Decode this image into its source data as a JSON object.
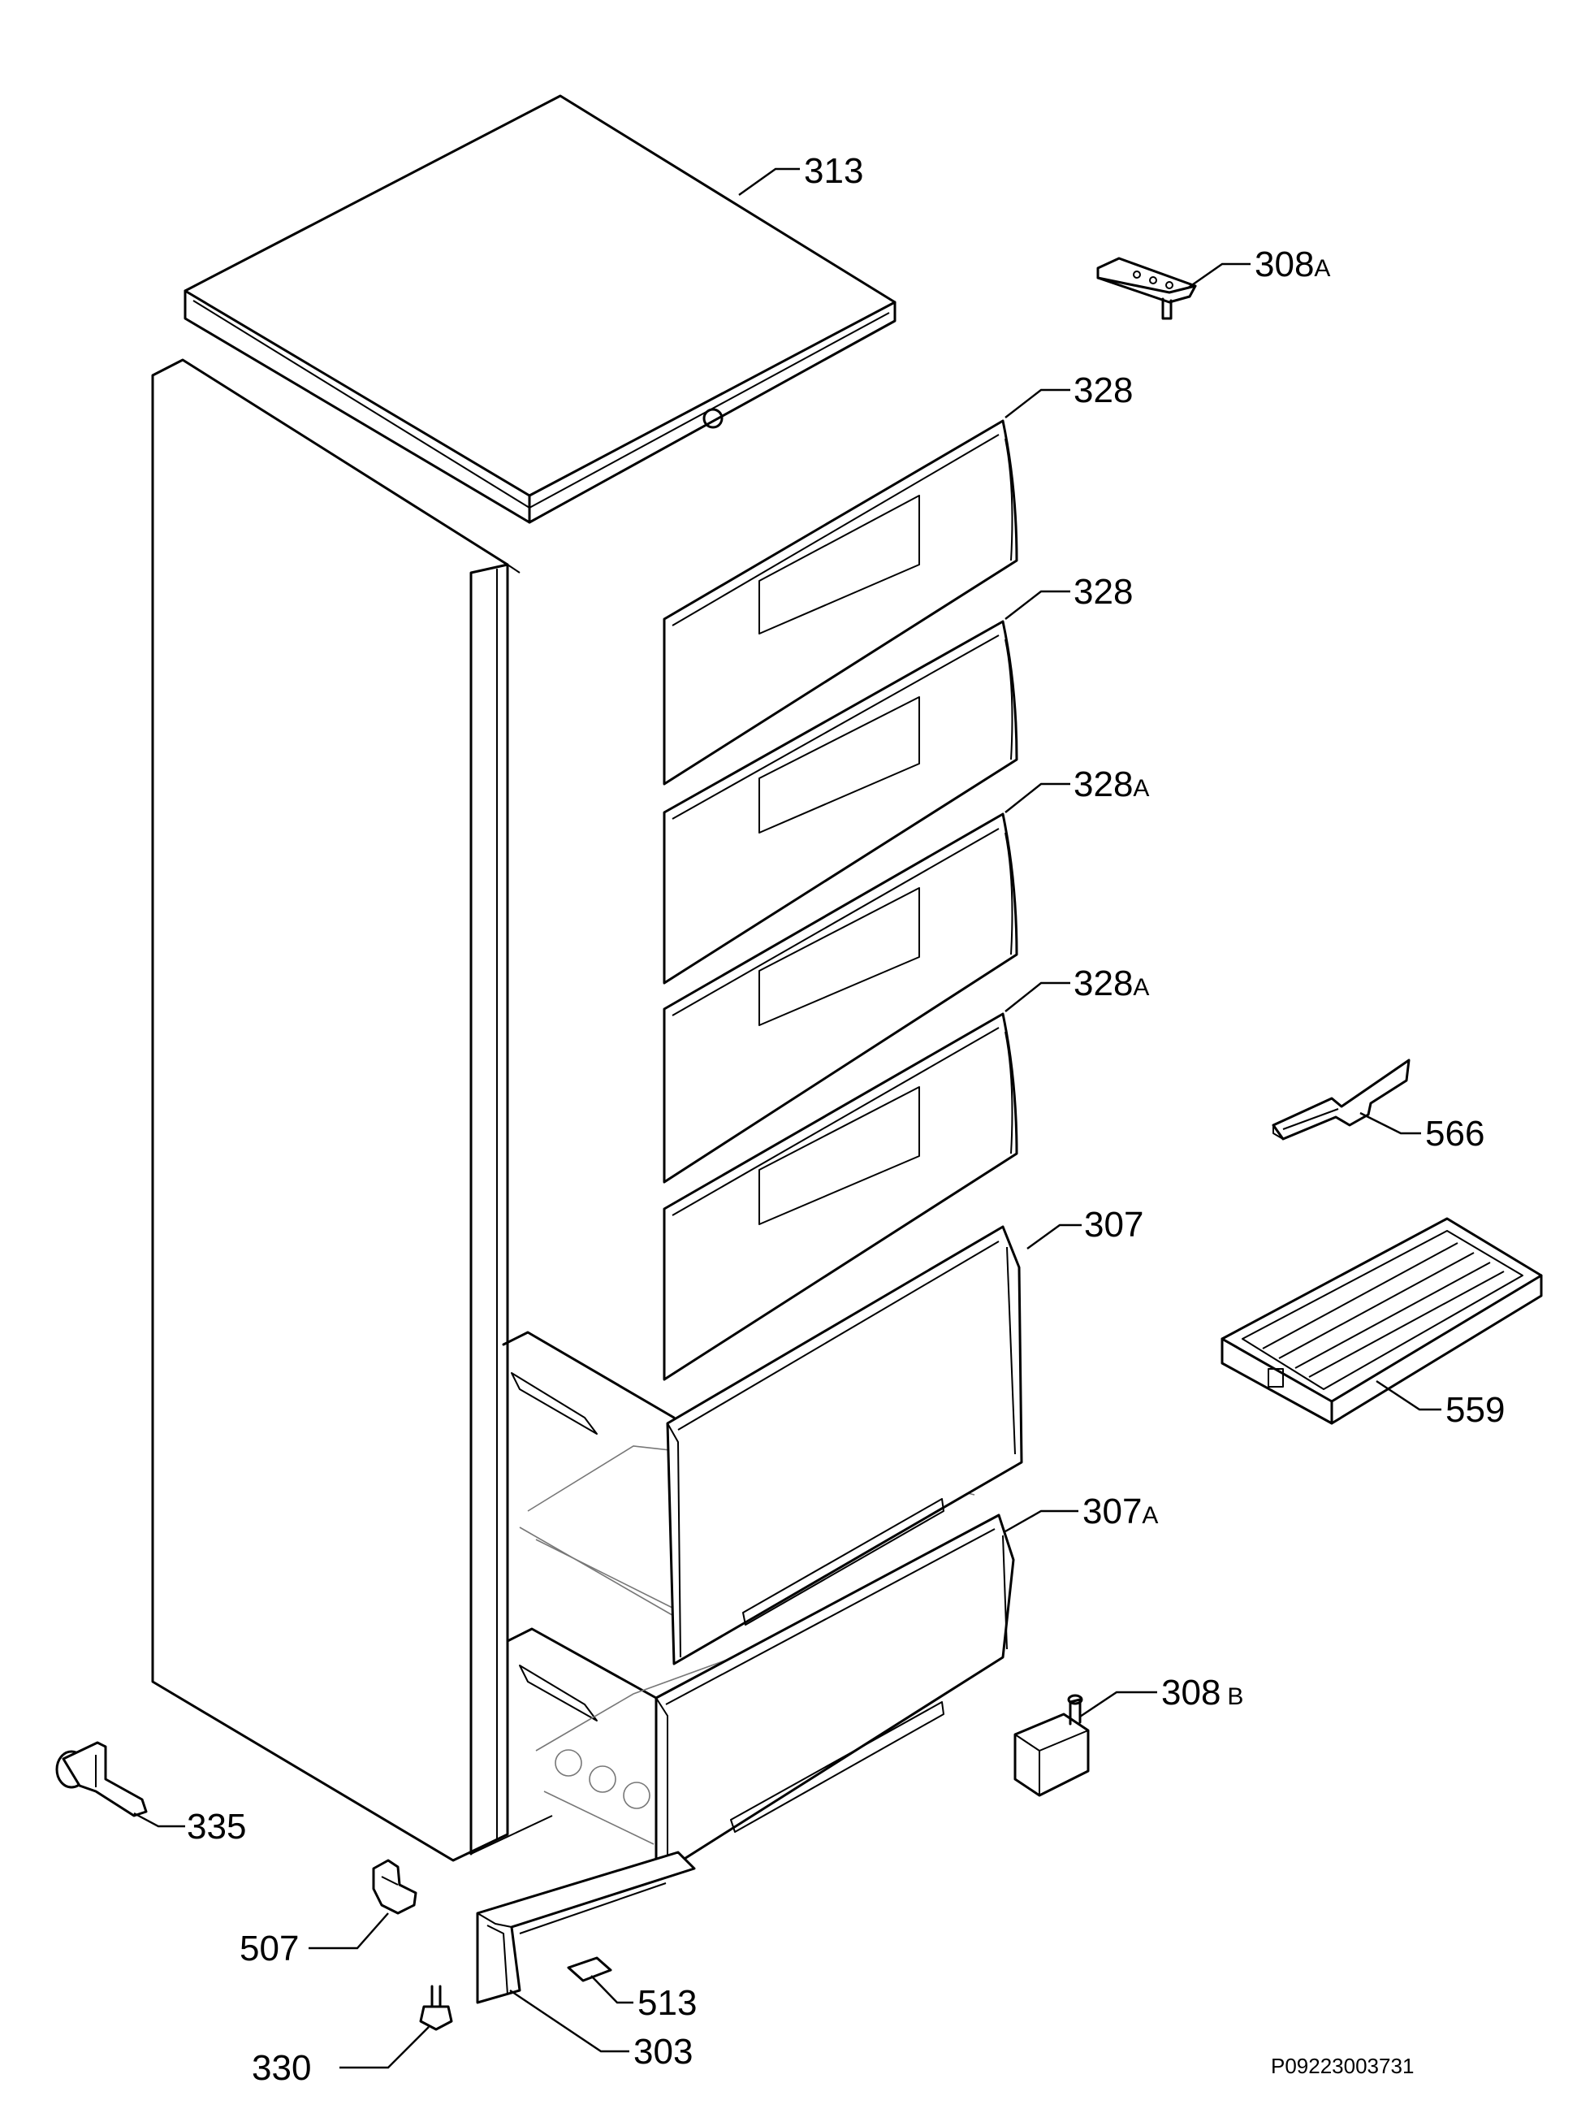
{
  "labels": {
    "p313": "313",
    "p308a": {
      "num": "308",
      "suffix": "A"
    },
    "p328_1": "328",
    "p328_2": "328",
    "p328a_1": {
      "num": "328",
      "suffix": "A"
    },
    "p328a_2": {
      "num": "328",
      "suffix": "A"
    },
    "p566": "566",
    "p307": "307",
    "p559": "559",
    "p307a": {
      "num": "307",
      "suffix": "A"
    },
    "p308b": {
      "num": "308",
      "suffix": "B"
    },
    "p335": "335",
    "p507": "507",
    "p513": "513",
    "p330": "330",
    "p303": "303"
  },
  "reference_code": "P09223003731"
}
